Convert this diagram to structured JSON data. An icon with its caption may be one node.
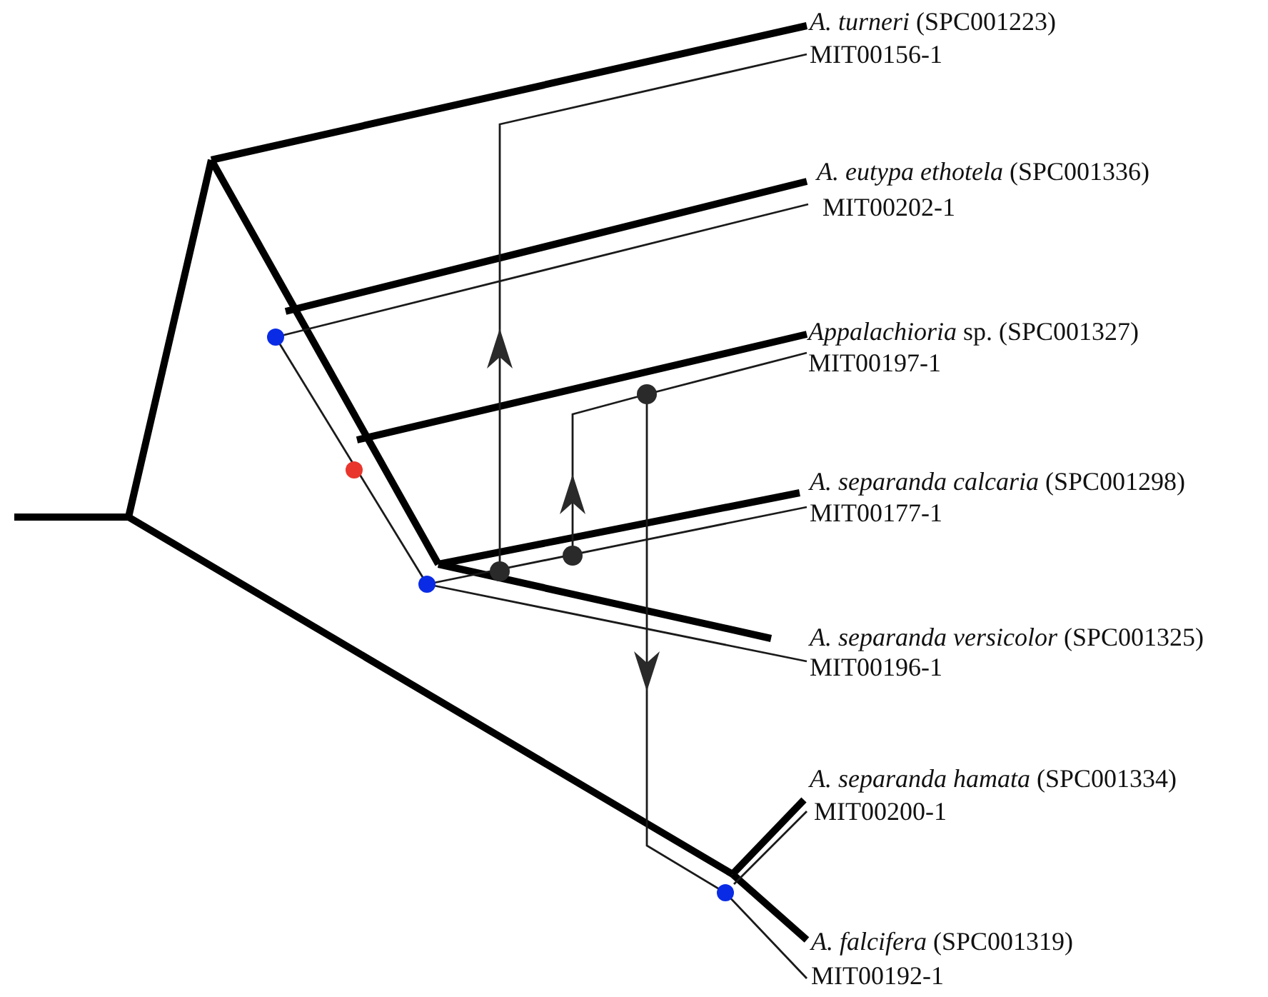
{
  "diagram": {
    "labels": [
      "*A. turneri* (SPC001223)",
      "MIT00156-1",
      "*A. eutypa ethotela* (SPC001336)",
      "MIT00202-1",
      "*Appalachioria* sp. (SPC001327)",
      "MIT00197-1",
      "*A. separanda calcaria* (SPC001298)",
      "MIT00177-1",
      "*A. separanda versicolor* (SPC001325)",
      "MIT00196-1",
      "*A. separanda hamata* (SPC001334)",
      "MIT00200-1",
      "*A. falcifera* (SPC001319)",
      "MIT00192-1"
    ]
  }
}
